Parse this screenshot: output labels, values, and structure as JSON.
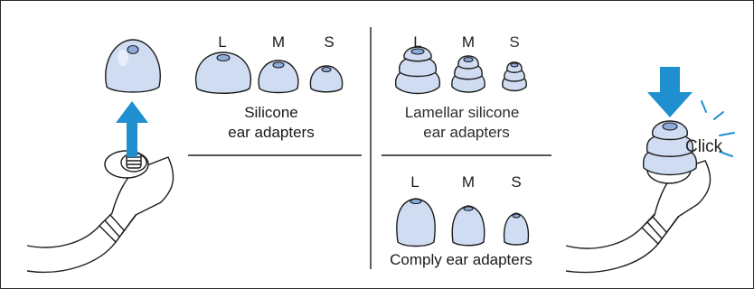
{
  "sections": {
    "silicone": {
      "sizes": [
        "L",
        "M",
        "S"
      ],
      "caption_line1": "Silicone",
      "caption_line2": "ear adapters"
    },
    "lamellar": {
      "sizes": [
        "L",
        "M",
        "S"
      ],
      "caption_line1": "Lamellar silicone",
      "caption_line2": "ear adapters"
    },
    "comply": {
      "sizes": [
        "L",
        "M",
        "S"
      ],
      "caption": "Comply ear adapters"
    }
  },
  "attach_step": {
    "click_label": "Click"
  },
  "colors": {
    "adapter_fill": "#cfdcf2",
    "arrow": "#1f8fd0",
    "outline": "#1c1c1c"
  },
  "icons": {
    "remove_arrow": "arrow-up-icon",
    "attach_arrow": "arrow-down-icon",
    "click_burst": "click-burst-icon"
  }
}
